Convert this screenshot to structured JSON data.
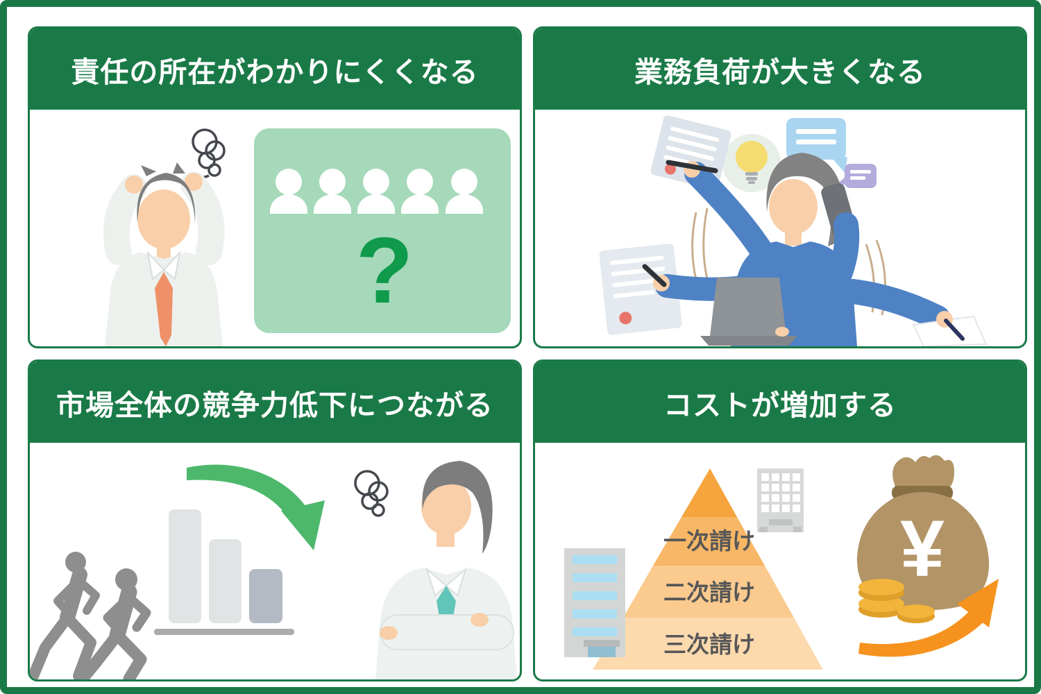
{
  "colors": {
    "frame_green": "#1a7a47",
    "header_green": "#1a7a47",
    "light_green_panel": "#a5d9b9",
    "question_green": "#0f9a4c",
    "decline_arrow_green": "#4db86c",
    "growth_arrow_orange": "#f6921e",
    "pyramid_oranges": [
      "#f5a43e",
      "#f8b766",
      "#fbca8e",
      "#fcdaae"
    ]
  },
  "cards": {
    "responsibility": {
      "title": "責任の所在がわかりにくくなる",
      "question_mark": "?"
    },
    "workload": {
      "title": "業務負荷が大きくなる"
    },
    "competitiveness": {
      "title": "市場全体の競争力低下につながる"
    },
    "cost": {
      "title": "コストが増加する",
      "pyramid_labels": [
        "一次請け",
        "二次請け",
        "三次請け"
      ],
      "currency_symbol": "¥"
    }
  }
}
